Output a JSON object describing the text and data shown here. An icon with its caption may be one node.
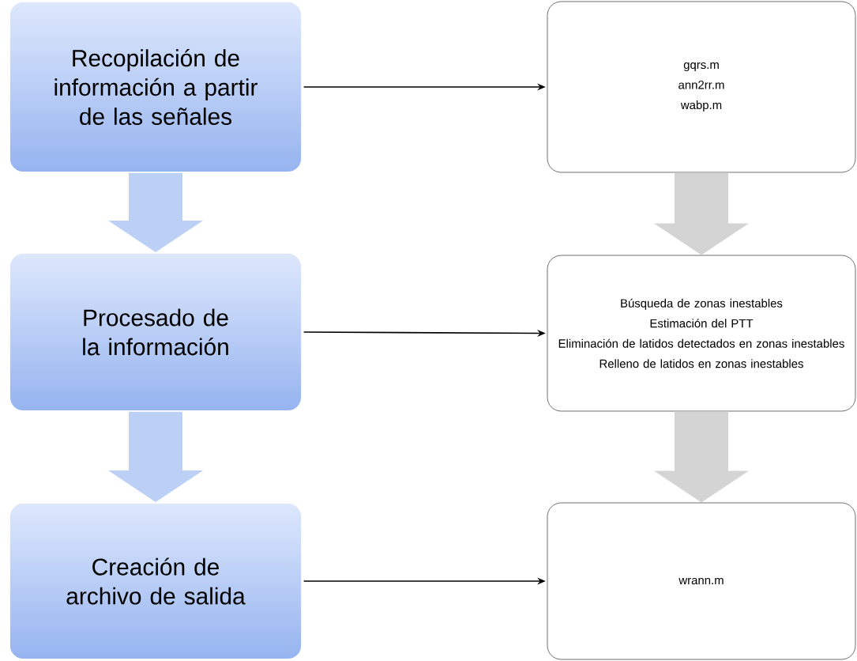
{
  "diagram": {
    "nodes": [
      {
        "text": [
          "Recopilación de información a partir de las señales"
        ]
      },
      {
        "text": [
          "Procesado de la información"
        ]
      },
      {
        "text": [
          "Creación de archivo de salida"
        ]
      },
      {
        "text": [
          "gqrs.m",
          "ann2rr.m",
          "wabp.m"
        ]
      },
      {
        "text": [
          "Búsqueda de zonas inestables",
          "Estimación del PTT",
          "Eliminación de latidos detectados en zonas inestables",
          "Relleno de latidos en zonas inestables"
        ]
      },
      {
        "text": [
          "wrann.m"
        ]
      }
    ],
    "edges": [
      {
        "from": 0,
        "to": 1,
        "arrow": "to",
        "style": "thick",
        "color": "#bccff5"
      },
      {
        "from": 1,
        "to": 2,
        "arrow": "to",
        "style": "thick",
        "color": "#bccff5"
      },
      {
        "from": 3,
        "to": 4,
        "arrow": "to",
        "style": "thick",
        "color": "#d4d4d4"
      },
      {
        "from": 4,
        "to": 5,
        "arrow": "to",
        "style": "thick",
        "color": "#d4d4d4"
      },
      {
        "from": 0,
        "to": 3,
        "arrow": "to"
      },
      {
        "from": 1,
        "to": 4,
        "arrow": "to"
      },
      {
        "from": 2,
        "to": 5,
        "arrow": "to"
      }
    ]
  }
}
